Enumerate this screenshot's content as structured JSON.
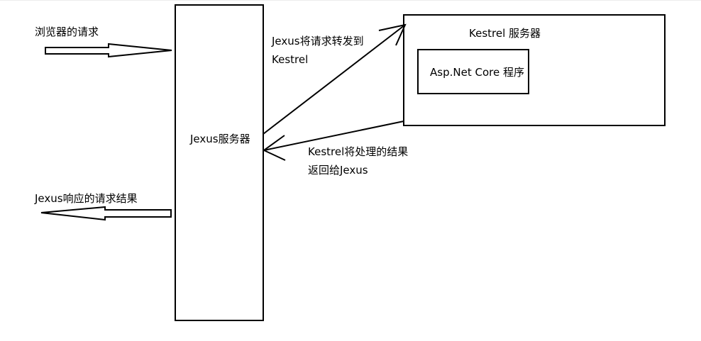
{
  "labels": {
    "browser_request": "浏览器的请求",
    "jexus_response": "Jexus响应的请求结果",
    "jexus_server": "Jexus服务器",
    "forward_line1": "Jexus将请求转发到",
    "forward_line2": "Kestrel",
    "kestrel_server": "Kestrel 服务器",
    "asp_program": "Asp.Net Core 程序",
    "return_line1": "Kestrel将处理的结果",
    "return_line2": "返回给Jexus"
  },
  "colors": {
    "stroke": "#000000",
    "background": "#ffffff"
  }
}
